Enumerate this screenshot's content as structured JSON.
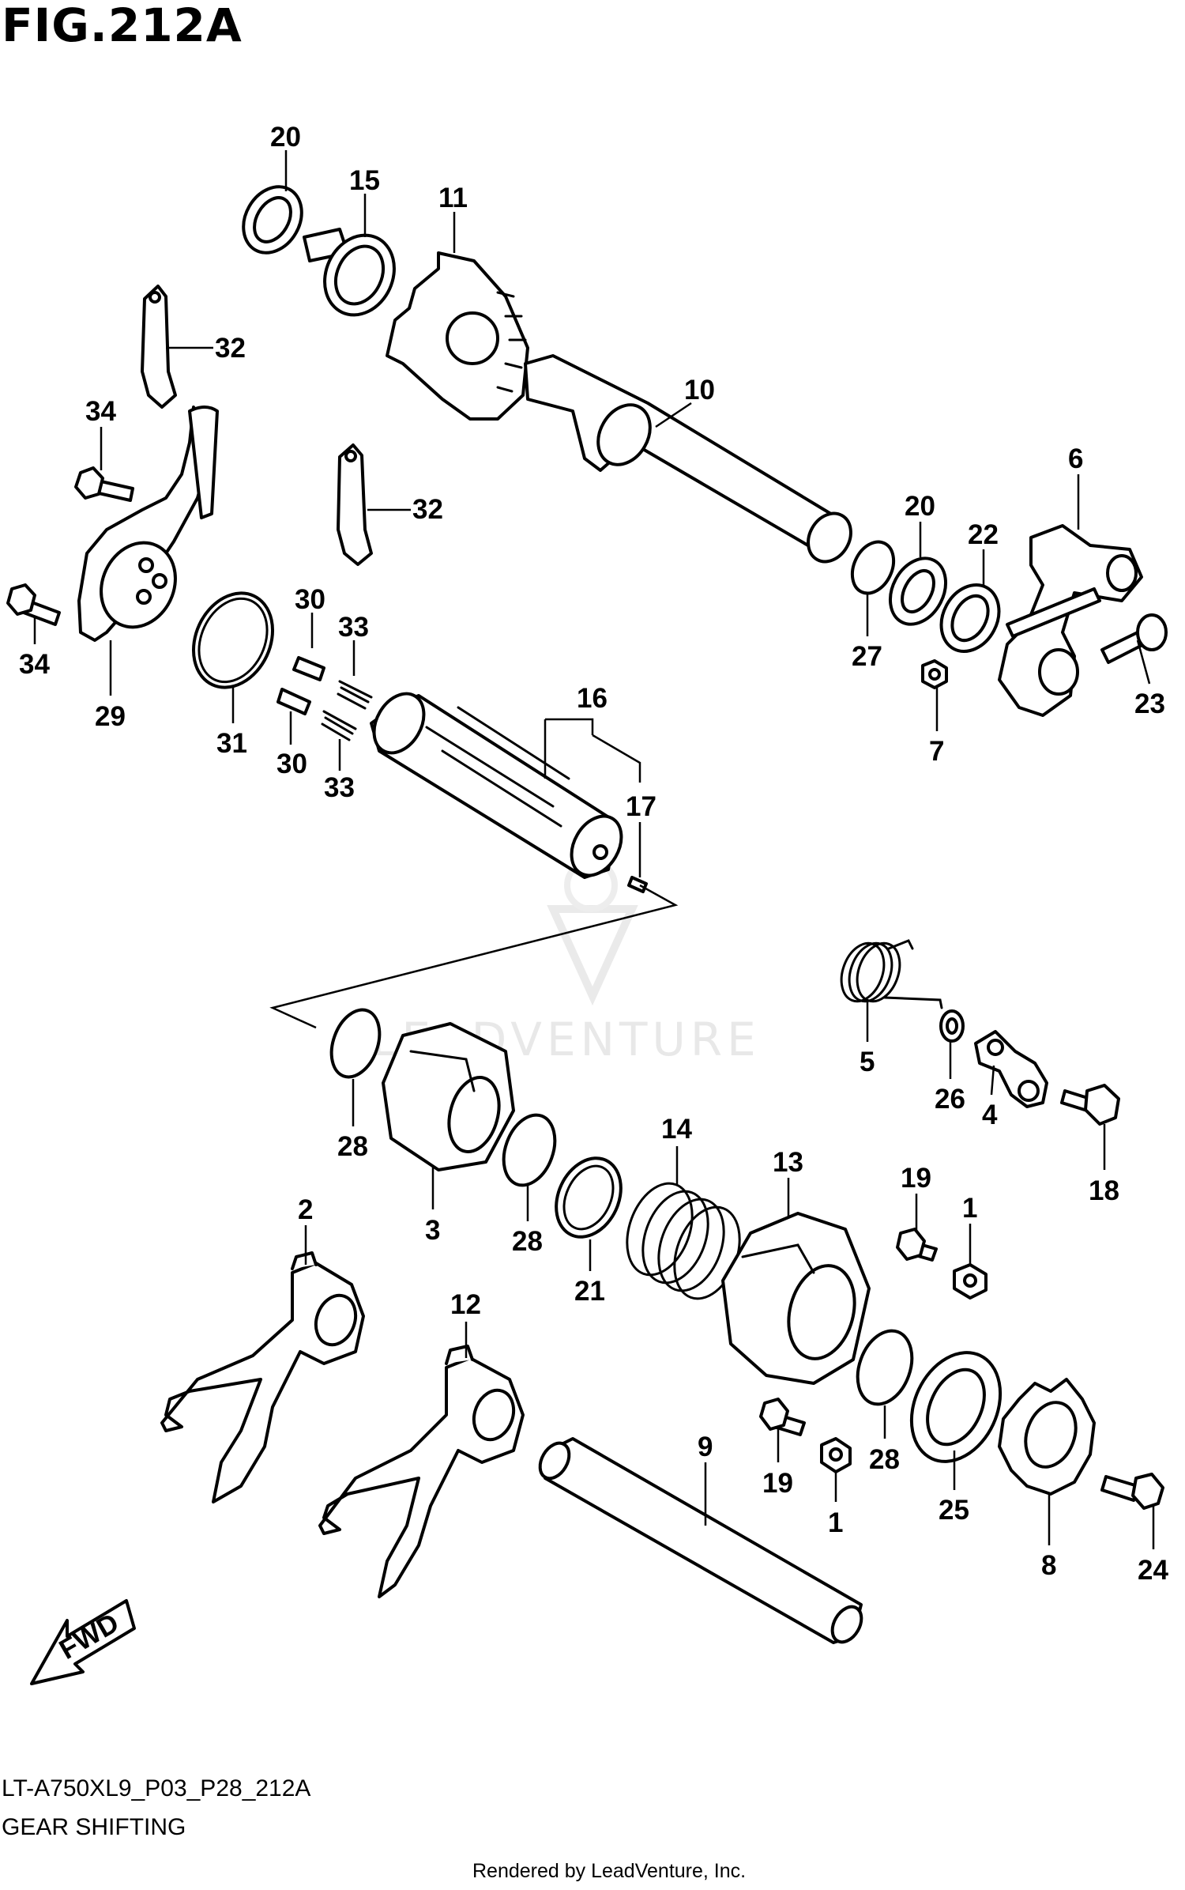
{
  "figure": {
    "title": "FIG.212A",
    "model_code": "LT-A750XL9_P03_P28_212A",
    "section_title": "GEAR SHIFTING",
    "credit": "Rendered by LeadVenture, Inc.",
    "watermark": "LEADVENTURE",
    "direction_label": "FWD"
  },
  "callouts": [
    "20",
    "15",
    "11",
    "32",
    "10",
    "34",
    "32",
    "6",
    "20",
    "22",
    "34",
    "30",
    "33",
    "27",
    "23",
    "29",
    "31",
    "30",
    "33",
    "16",
    "7",
    "17",
    "5",
    "26",
    "4",
    "18",
    "28",
    "3",
    "28",
    "21",
    "14",
    "13",
    "19",
    "1",
    "2",
    "12",
    "28",
    "19",
    "9",
    "1",
    "25",
    "8",
    "24"
  ]
}
